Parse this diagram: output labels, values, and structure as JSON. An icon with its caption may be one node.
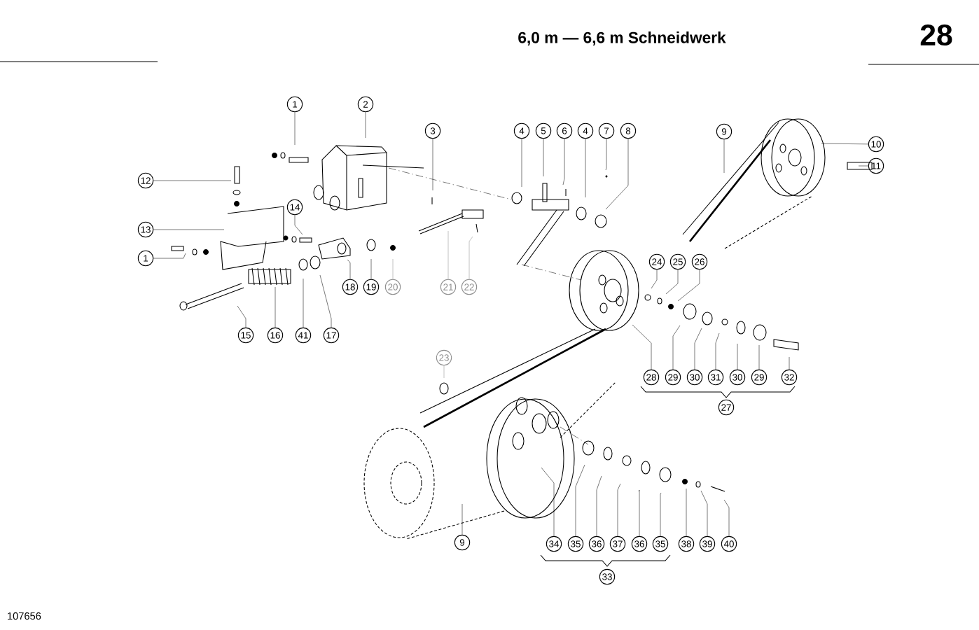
{
  "diagram": {
    "title": "6,0 m — 6,6 m Schneidwerk",
    "nodes": [
      {
        "text": [
          "1"
        ]
      },
      {
        "text": [
          "2"
        ]
      },
      {
        "text": [
          "3"
        ]
      },
      {
        "text": [
          "4"
        ]
      },
      {
        "text": [
          "5"
        ]
      },
      {
        "text": [
          "6"
        ]
      },
      {
        "text": [
          "4"
        ]
      },
      {
        "text": [
          "7"
        ]
      },
      {
        "text": [
          "8"
        ]
      },
      {
        "text": [
          "9"
        ]
      },
      {
        "text": [
          "10"
        ]
      },
      {
        "text": [
          "11"
        ]
      },
      {
        "text": [
          "12"
        ]
      },
      {
        "text": [
          "13"
        ]
      },
      {
        "text": [
          "14"
        ]
      },
      {
        "text": [
          "1"
        ]
      },
      {
        "text": [
          "24"
        ]
      },
      {
        "text": [
          "25"
        ]
      },
      {
        "text": [
          "26"
        ]
      },
      {
        "text": [
          "18"
        ]
      },
      {
        "text": [
          "19"
        ]
      },
      {
        "text": [
          "20"
        ]
      },
      {
        "text": [
          "21"
        ]
      },
      {
        "text": [
          "22"
        ]
      },
      {
        "text": [
          "15"
        ]
      },
      {
        "text": [
          "16"
        ]
      },
      {
        "text": [
          "41"
        ]
      },
      {
        "text": [
          "17"
        ]
      },
      {
        "text": [
          "23"
        ]
      },
      {
        "text": [
          "28"
        ]
      },
      {
        "text": [
          "29"
        ]
      },
      {
        "text": [
          "30"
        ]
      },
      {
        "text": [
          "31"
        ]
      },
      {
        "text": [
          "30"
        ]
      },
      {
        "text": [
          "29"
        ]
      },
      {
        "text": [
          "32"
        ]
      },
      {
        "text": [
          "27"
        ]
      },
      {
        "text": [
          "9"
        ]
      },
      {
        "text": [
          "34"
        ]
      },
      {
        "text": [
          "35"
        ]
      },
      {
        "text": [
          "36"
        ]
      },
      {
        "text": [
          "37"
        ]
      },
      {
        "text": [
          "36"
        ]
      },
      {
        "text": [
          "35"
        ]
      },
      {
        "text": [
          "38"
        ]
      },
      {
        "text": [
          "39"
        ]
      },
      {
        "text": [
          "40"
        ]
      },
      {
        "text": [
          "33"
        ]
      }
    ],
    "edges": [
      {
        "from": 0,
        "to": null,
        "arrow": "none"
      },
      {
        "from": 1,
        "to": null,
        "arrow": "none"
      },
      {
        "from": 2,
        "to": null,
        "arrow": "none"
      },
      {
        "from": 3,
        "to": null,
        "arrow": "none"
      },
      {
        "from": 4,
        "to": null,
        "arrow": "none"
      },
      {
        "from": 5,
        "to": null,
        "arrow": "none"
      },
      {
        "from": 6,
        "to": null,
        "arrow": "none"
      },
      {
        "from": 7,
        "to": null,
        "arrow": "none"
      },
      {
        "from": 8,
        "to": null,
        "arrow": "none"
      },
      {
        "from": 9,
        "to": null,
        "arrow": "none"
      },
      {
        "from": 10,
        "to": null,
        "arrow": "none"
      },
      {
        "from": 11,
        "to": null,
        "arrow": "none"
      },
      {
        "from": 12,
        "to": null,
        "arrow": "none"
      },
      {
        "from": 13,
        "to": null,
        "arrow": "none"
      },
      {
        "from": 14,
        "to": null,
        "arrow": "none"
      },
      {
        "from": 15,
        "to": null,
        "arrow": "none"
      },
      {
        "from": 16,
        "to": null,
        "arrow": "none"
      },
      {
        "from": 17,
        "to": null,
        "arrow": "none"
      },
      {
        "from": 18,
        "to": null,
        "arrow": "none"
      },
      {
        "from": 19,
        "to": null,
        "arrow": "none"
      },
      {
        "from": 20,
        "to": null,
        "arrow": "none"
      },
      {
        "from": 21,
        "to": null,
        "arrow": "none",
        "color": "#8c8c8c"
      },
      {
        "from": 22,
        "to": null,
        "arrow": "none",
        "color": "#8c8c8c"
      },
      {
        "from": 23,
        "to": null,
        "arrow": "none",
        "color": "#8c8c8c"
      },
      {
        "from": 24,
        "to": null,
        "arrow": "none"
      },
      {
        "from": 25,
        "to": null,
        "arrow": "none"
      },
      {
        "from": 26,
        "to": null,
        "arrow": "none"
      },
      {
        "from": 27,
        "to": null,
        "arrow": "none"
      },
      {
        "from": 28,
        "to": null,
        "arrow": "none",
        "color": "#8c8c8c"
      },
      {
        "from": 29,
        "to": null,
        "arrow": "none"
      },
      {
        "from": 30,
        "to": null,
        "arrow": "none"
      },
      {
        "from": 31,
        "to": null,
        "arrow": "none"
      },
      {
        "from": 32,
        "to": null,
        "arrow": "none"
      },
      {
        "from": 33,
        "to": null,
        "arrow": "none"
      },
      {
        "from": 34,
        "to": null,
        "arrow": "none"
      },
      {
        "from": 35,
        "to": null,
        "arrow": "none"
      },
      {
        "from": 37,
        "to": null,
        "arrow": "none"
      },
      {
        "from": 38,
        "to": null,
        "arrow": "none"
      },
      {
        "from": 39,
        "to": null,
        "arrow": "none"
      },
      {
        "from": 40,
        "to": null,
        "arrow": "none"
      },
      {
        "from": 41,
        "to": null,
        "arrow": "none"
      },
      {
        "from": 42,
        "to": null,
        "arrow": "none"
      },
      {
        "from": 43,
        "to": null,
        "arrow": "none"
      },
      {
        "from": 44,
        "to": null,
        "arrow": "none"
      },
      {
        "from": 45,
        "to": null,
        "arrow": "none"
      },
      {
        "from": 46,
        "to": null,
        "arrow": "none"
      }
    ],
    "labels": [
      "28",
      "107656"
    ]
  }
}
